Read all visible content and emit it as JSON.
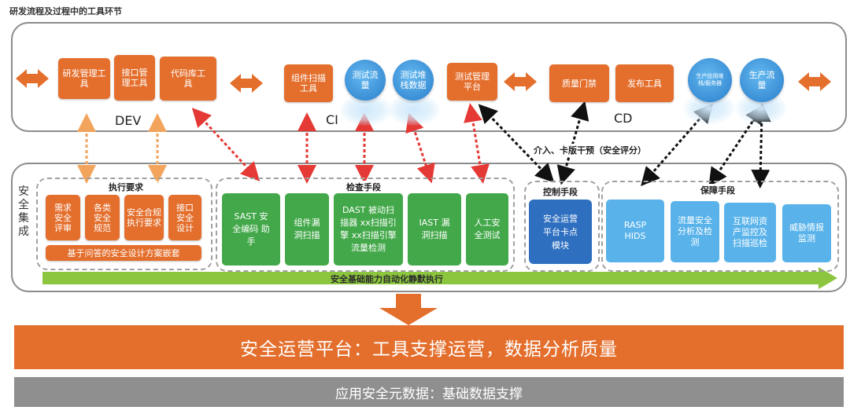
{
  "title": "研发流程及过程中的工具环节",
  "devops": {
    "dev_label": "DEV",
    "ci_label": "CI",
    "cd_label": "CD",
    "tools": {
      "rd_mgmt": "研发管理工具",
      "api_mgmt": "接口管理工具",
      "code_repo": "代码库工具",
      "comp_scan": "组件扫描工具",
      "test_flow": "测试流量",
      "test_stack": "测试堆栈数据",
      "test_platform": "测试管理平台",
      "quality_gate": "质量门禁",
      "release_tool": "发布工具",
      "prod_app_stack": "生产应用堆栈/服务器",
      "prod_flow": "生产流量"
    }
  },
  "intervene_label": "介入、卡版干预（安全评分）",
  "security": {
    "side_label": "安全集成",
    "exec": {
      "title": "执行要求",
      "items": [
        "需求安全评审",
        "各类安全规范",
        "安全合规执行要求",
        "接口安全设计"
      ],
      "footer": "基于问答的安全设计方案嵌套"
    },
    "check": {
      "title": "检查手段",
      "sast": "SAST 安全编码 助手",
      "comp": "组件漏洞扫描",
      "dast": "DAST 被动扫描器 xx扫描引擎 xx扫描引擎 流量检测",
      "iast": "IAST 漏洞扫描",
      "manual": "人工安全测试"
    },
    "control": {
      "title": "控制手段",
      "item": "安全运营平台卡点模块"
    },
    "protect": {
      "title": "保障手段",
      "rasp": "RASP HIDS",
      "traffic": "流量安全分析及检测",
      "asset": "互联网资产监控及扫描巡检",
      "threat": "威胁情报监测"
    },
    "auto_bar": "安全基础能力自动化静默执行"
  },
  "platform_bar": "安全运营平台：工具支撑运营，数据分析质量",
  "meta_bar": "应用安全元数据：基础数据支撑",
  "colors": {
    "orange": "#e46f2d",
    "green": "#43a84a",
    "blue": "#59b3ea",
    "dark_blue": "#2e6fc0",
    "arrow_green": "#8cc63f",
    "gray_bar": "#8f8f8f"
  }
}
